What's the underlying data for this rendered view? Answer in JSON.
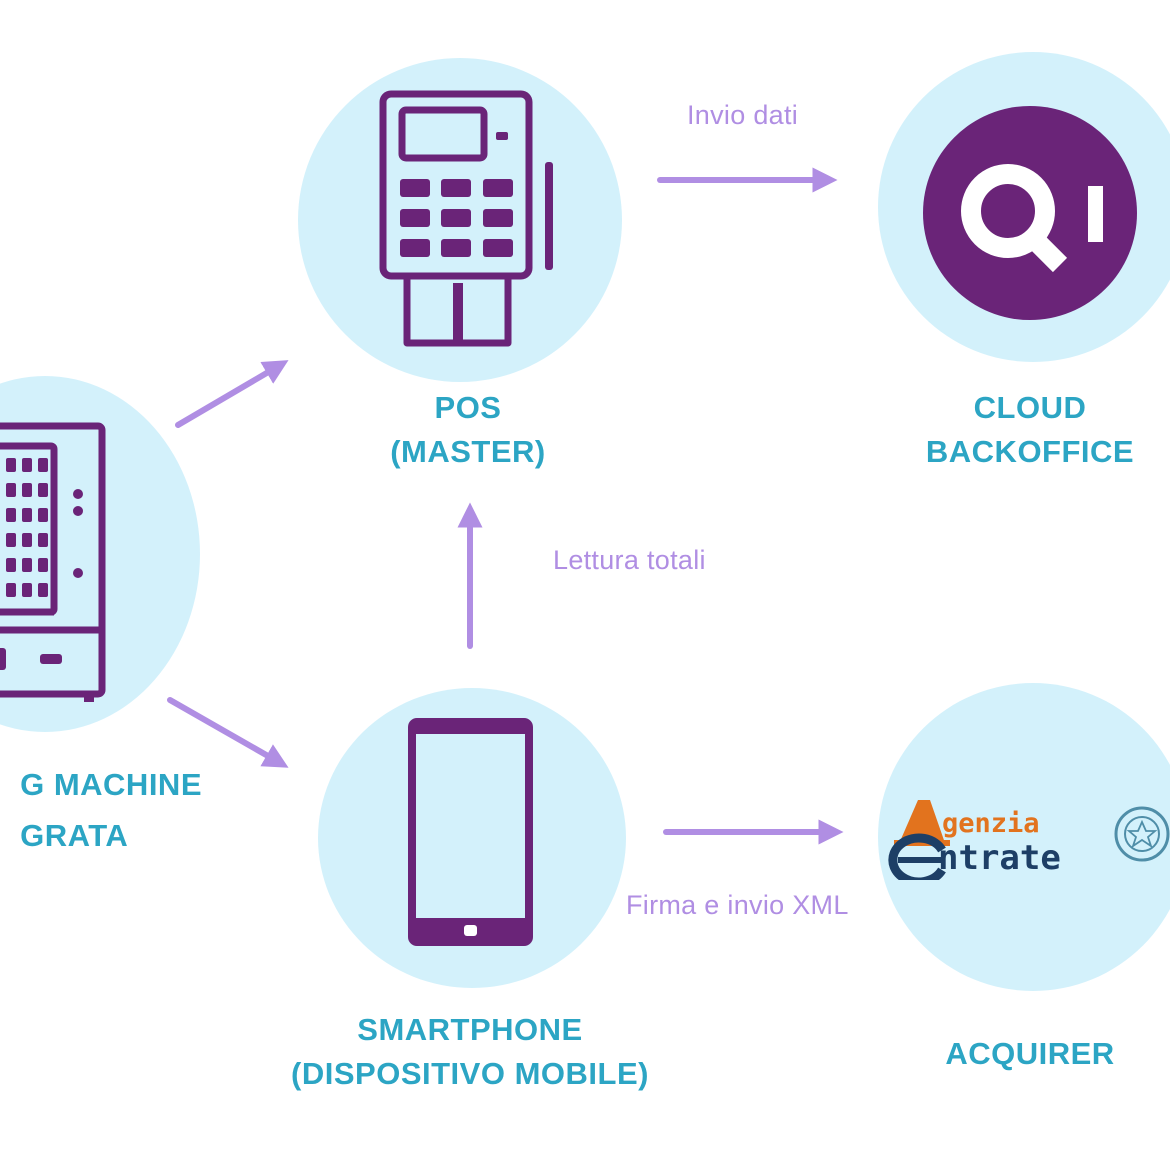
{
  "colors": {
    "circle": "#d3f1fb",
    "icon": "#6a2478",
    "label": "#2ca5c4",
    "arrow": "#b08ee3",
    "edge_label": "#b08ee3",
    "ae_orange": "#e2731e",
    "ae_navy": "#1d3f66"
  },
  "nodes": {
    "vending": {
      "label_line1": "G MACHINE",
      "label_line2": "GRATA",
      "icon": "vending-machine-icon"
    },
    "pos": {
      "label_line1": "POS",
      "label_line2": "(MASTER)",
      "icon": "pos-terminal-icon"
    },
    "cloud": {
      "label_line1": "CLOUD",
      "label_line2": "BACKOFFICE",
      "icon": "qi-logo-icon"
    },
    "smartphone": {
      "label_line1": "SMARTPHONE",
      "label_line2": "(DISPOSITIVO MOBILE)",
      "icon": "smartphone-icon"
    },
    "acquirer": {
      "label": "ACQUIRER",
      "logo_line1": "genzia",
      "logo_line2": "ntrate",
      "icon": "agenzia-entrate-logo"
    }
  },
  "edges": {
    "invio_dati": "Invio dati",
    "lettura_totali": "Lettura totali",
    "firma_xml": "Firma e invio XML"
  }
}
